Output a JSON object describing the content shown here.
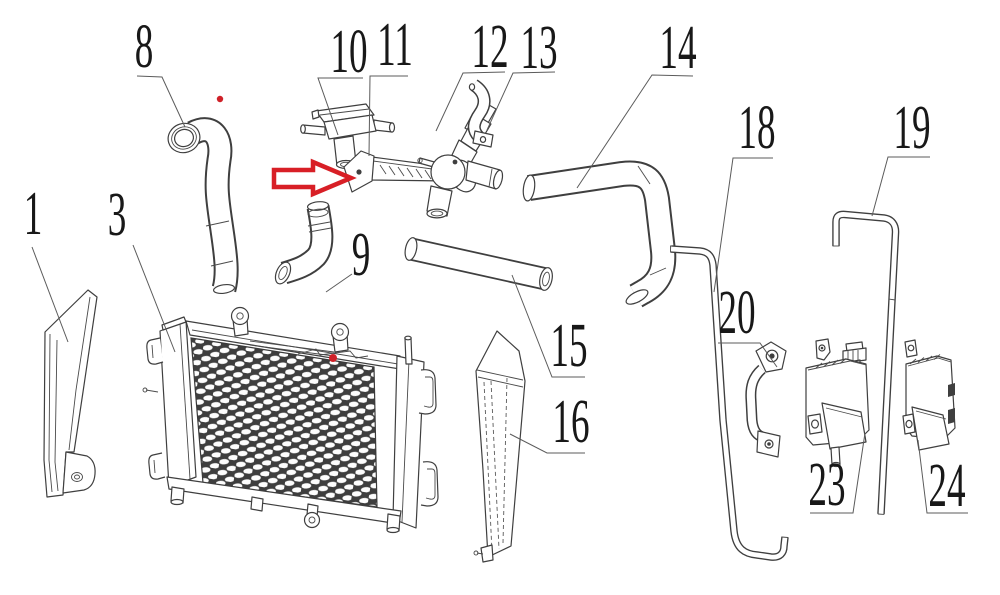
{
  "diagram": {
    "type": "exploded-parts-diagram",
    "subject": "motorcycle radiator cooling system parts",
    "background_color": "#ffffff",
    "line_color": "#3f3f3f",
    "label_color": "#181818",
    "highlight_color": "#d81f26",
    "arrow_points_to_part": "11"
  },
  "parts": [
    {
      "number": "1",
      "name": "left-side-shroud"
    },
    {
      "number": "3",
      "name": "radiator"
    },
    {
      "number": "8",
      "name": "curved-outlet-hose"
    },
    {
      "number": "9",
      "name": "elbow-hose"
    },
    {
      "number": "10",
      "name": "joint-valve"
    },
    {
      "number": "11",
      "name": "mount-bracket-highlighted"
    },
    {
      "number": "12",
      "name": "thermostat-assembly"
    },
    {
      "number": "13",
      "name": "thermostat-bracket"
    },
    {
      "number": "14",
      "name": "radiator-inlet-hose"
    },
    {
      "number": "15",
      "name": "straight-hose"
    },
    {
      "number": "16",
      "name": "right-side-shroud"
    },
    {
      "number": "18",
      "name": "left-guard-rod"
    },
    {
      "number": "19",
      "name": "right-guard-rod"
    },
    {
      "number": "20",
      "name": "s-mounting-bracket"
    },
    {
      "number": "23",
      "name": "reserve-tank"
    },
    {
      "number": "24",
      "name": "reserve-tank-cover"
    }
  ],
  "markers": {
    "arrow_color": "#d81f26",
    "dot_color": "#cf2128",
    "dot_count": 2
  }
}
